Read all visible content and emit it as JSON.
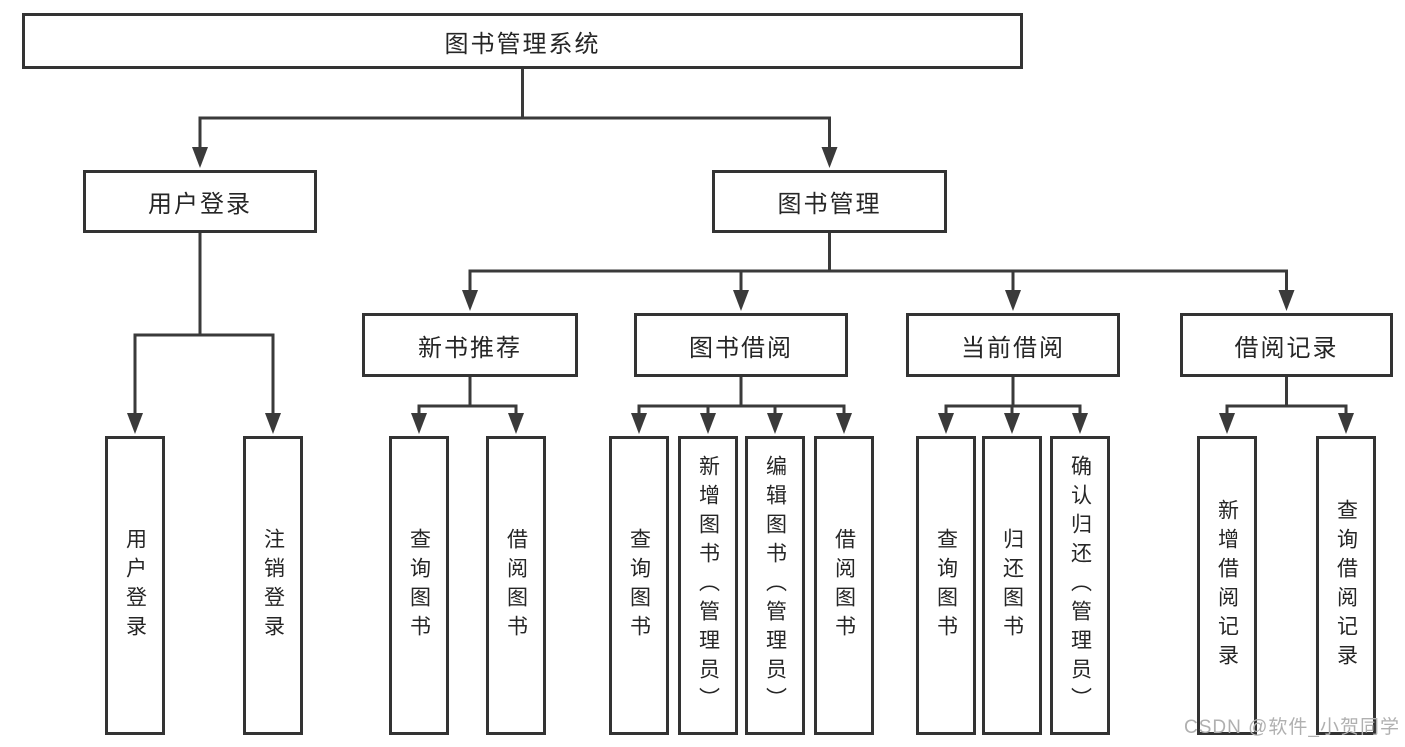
{
  "diagram": {
    "type": "hierarchy",
    "watermark": "CSDN @软件_小贺同学",
    "colors": {
      "line": "#3a3a3a",
      "box_border": "#333333",
      "text": "#262626",
      "background": "#ffffff",
      "watermark": "#b0b0b0"
    },
    "nodes": [
      {
        "id": "root",
        "label": "图书管理系统",
        "orientation": "horizontal",
        "parent": null
      },
      {
        "id": "user-login",
        "label": "用户登录",
        "orientation": "horizontal",
        "parent": "root"
      },
      {
        "id": "book-mgmt",
        "label": "图书管理",
        "orientation": "horizontal",
        "parent": "root"
      },
      {
        "id": "ul-login",
        "label": "用户登录",
        "orientation": "vertical",
        "parent": "user-login"
      },
      {
        "id": "ul-logout",
        "label": "注销登录",
        "orientation": "vertical",
        "parent": "user-login"
      },
      {
        "id": "new-book-rec",
        "label": "新书推荐",
        "orientation": "horizontal",
        "parent": "book-mgmt"
      },
      {
        "id": "book-borrow",
        "label": "图书借阅",
        "orientation": "horizontal",
        "parent": "book-mgmt"
      },
      {
        "id": "current-borrow",
        "label": "当前借阅",
        "orientation": "horizontal",
        "parent": "book-mgmt"
      },
      {
        "id": "borrow-records",
        "label": "借阅记录",
        "orientation": "horizontal",
        "parent": "book-mgmt"
      },
      {
        "id": "nbr-query-book",
        "label": "查询图书",
        "orientation": "vertical",
        "parent": "new-book-rec"
      },
      {
        "id": "nbr-borrow-book",
        "label": "借阅图书",
        "orientation": "vertical",
        "parent": "new-book-rec"
      },
      {
        "id": "bb-query-book",
        "label": "查询图书",
        "orientation": "vertical",
        "parent": "book-borrow"
      },
      {
        "id": "bb-add-book",
        "label": "新增图书（管理员）",
        "orientation": "vertical",
        "parent": "book-borrow"
      },
      {
        "id": "bb-edit-book",
        "label": "编辑图书（管理员）",
        "orientation": "vertical",
        "parent": "book-borrow"
      },
      {
        "id": "bb-borrow-book",
        "label": "借阅图书",
        "orientation": "vertical",
        "parent": "book-borrow"
      },
      {
        "id": "cb-query-book",
        "label": "查询图书",
        "orientation": "vertical",
        "parent": "current-borrow"
      },
      {
        "id": "cb-return-book",
        "label": "归还图书",
        "orientation": "vertical",
        "parent": "current-borrow"
      },
      {
        "id": "cb-confirm-return",
        "label": "确认归还（管理员）",
        "orientation": "vertical",
        "parent": "current-borrow"
      },
      {
        "id": "br-add-record",
        "label": "新增借阅记录",
        "orientation": "vertical",
        "parent": "borrow-records"
      },
      {
        "id": "br-query-record",
        "label": "查询借阅记录",
        "orientation": "vertical",
        "parent": "borrow-records"
      }
    ]
  }
}
